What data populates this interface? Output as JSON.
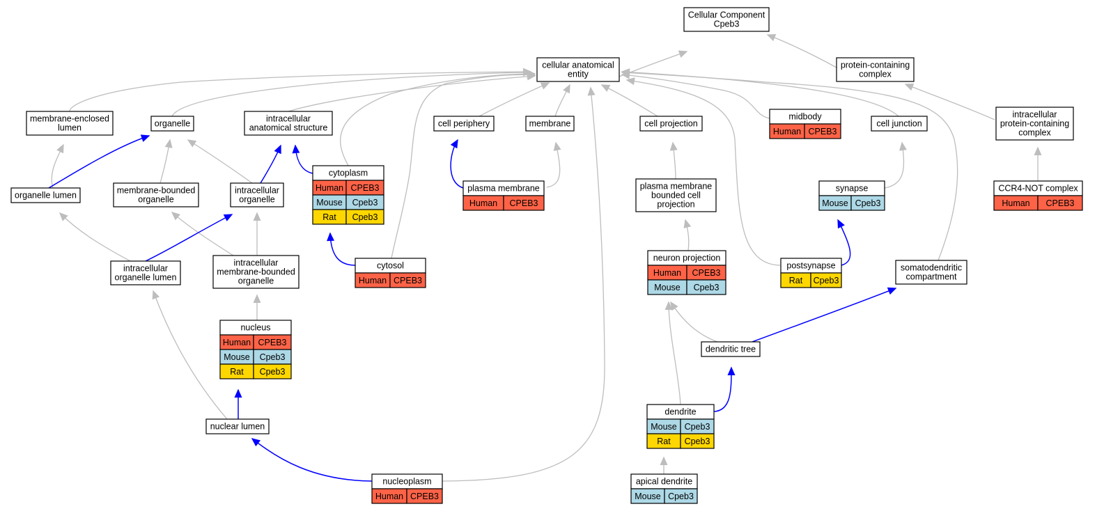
{
  "colors": {
    "human": "#ff6347",
    "mouse": "#add8e6",
    "rat": "#ffd700",
    "edge_is_a": "#bdbdbd",
    "edge_part_of": "#0000ff"
  },
  "nodes": {
    "root": {
      "lines": [
        "Cellular Component",
        "Cpeb3"
      ],
      "species": []
    },
    "cae": {
      "lines": [
        "cellular anatomical",
        "entity"
      ],
      "species": []
    },
    "pcc": {
      "lines": [
        "protein-containing",
        "complex"
      ],
      "species": []
    },
    "mel": {
      "lines": [
        "membrane-enclosed",
        "lumen"
      ],
      "species": []
    },
    "org": {
      "lines": [
        "organelle"
      ],
      "species": []
    },
    "ias": {
      "lines": [
        "intracellular",
        "anatomical structure"
      ],
      "species": []
    },
    "cper": {
      "lines": [
        "cell periphery"
      ],
      "species": []
    },
    "mem": {
      "lines": [
        "membrane"
      ],
      "species": []
    },
    "cproj": {
      "lines": [
        "cell projection"
      ],
      "species": []
    },
    "mid": {
      "lines": [
        "midbody"
      ],
      "species": [
        [
          "Human",
          "CPEB3"
        ]
      ]
    },
    "cj": {
      "lines": [
        "cell junction"
      ],
      "species": []
    },
    "ipcc": {
      "lines": [
        "intracellular",
        "protein-containing",
        "complex"
      ],
      "species": []
    },
    "ol": {
      "lines": [
        "organelle lumen"
      ],
      "species": []
    },
    "mbo": {
      "lines": [
        "membrane-bounded",
        "organelle"
      ],
      "species": []
    },
    "io": {
      "lines": [
        "intracellular",
        "organelle"
      ],
      "species": []
    },
    "cyto": {
      "lines": [
        "cytoplasm"
      ],
      "species": [
        [
          "Human",
          "CPEB3"
        ],
        [
          "Mouse",
          "Cpeb3"
        ],
        [
          "Rat",
          "Cpeb3"
        ]
      ]
    },
    "pm": {
      "lines": [
        "plasma membrane"
      ],
      "species": [
        [
          "Human",
          "CPEB3"
        ]
      ]
    },
    "pmbcp": {
      "lines": [
        "plasma membrane",
        "bounded cell",
        "projection"
      ],
      "species": []
    },
    "syn": {
      "lines": [
        "synapse"
      ],
      "species": [
        [
          "Mouse",
          "Cpeb3"
        ]
      ]
    },
    "ccr4": {
      "lines": [
        "CCR4-NOT complex"
      ],
      "species": [
        [
          "Human",
          "CPEB3"
        ]
      ]
    },
    "iol": {
      "lines": [
        "intracellular",
        "organelle lumen"
      ],
      "species": []
    },
    "imbo": {
      "lines": [
        "intracellular",
        "membrane-bounded",
        "organelle"
      ],
      "species": []
    },
    "cytosol": {
      "lines": [
        "cytosol"
      ],
      "species": [
        [
          "Human",
          "CPEB3"
        ]
      ]
    },
    "np": {
      "lines": [
        "neuron projection"
      ],
      "species": [
        [
          "Human",
          "CPEB3"
        ],
        [
          "Mouse",
          "Cpeb3"
        ]
      ]
    },
    "psyn": {
      "lines": [
        "postsynapse"
      ],
      "species": [
        [
          "Rat",
          "Cpeb3"
        ]
      ]
    },
    "sdc": {
      "lines": [
        "somatodendritic",
        "compartment"
      ],
      "species": []
    },
    "nuc": {
      "lines": [
        "nucleus"
      ],
      "species": [
        [
          "Human",
          "CPEB3"
        ],
        [
          "Mouse",
          "Cpeb3"
        ],
        [
          "Rat",
          "Cpeb3"
        ]
      ]
    },
    "dtree": {
      "lines": [
        "dendritic tree"
      ],
      "species": []
    },
    "nl": {
      "lines": [
        "nuclear lumen"
      ],
      "species": []
    },
    "dend": {
      "lines": [
        "dendrite"
      ],
      "species": [
        [
          "Mouse",
          "Cpeb3"
        ],
        [
          "Rat",
          "Cpeb3"
        ]
      ]
    },
    "nplasm": {
      "lines": [
        "nucleoplasm"
      ],
      "species": [
        [
          "Human",
          "CPEB3"
        ]
      ]
    },
    "apd": {
      "lines": [
        "apical dendrite"
      ],
      "species": [
        [
          "Mouse",
          "Cpeb3"
        ]
      ]
    }
  }
}
